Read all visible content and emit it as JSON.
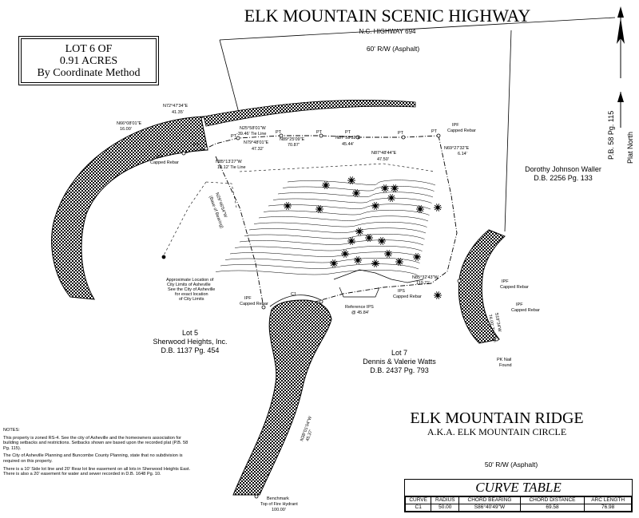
{
  "highway": {
    "title": "ELK MOUNTAIN SCENIC HIGHWAY",
    "route": "N.C. HIGHWAY 694",
    "row": "60' R/W  (Asphalt)"
  },
  "ridge": {
    "title": "ELK MOUNTAIN RIDGE",
    "aka": "A.K.A. ELK MOUNTAIN CIRCLE",
    "row": "50' R/W  (Asphalt)"
  },
  "lot_box": {
    "line1": "LOT 6 OF",
    "line2": "0.91 ACRES",
    "line3": "By Coordinate Method"
  },
  "plat_ref": {
    "book": "P.B. 58 Pg. 115",
    "north": "Plat North"
  },
  "owners": {
    "lot5_name": "Lot 5",
    "lot5_owner": "Sherwood Heights, Inc.",
    "lot5_db": "D.B. 1137 Pg. 454",
    "lot7_name": "Lot 7",
    "lot7_owner": "Dennis & Valerie Watts",
    "lot7_db": "D.B. 2437 Pg. 793",
    "waller_owner": "Dorothy Johnson Waller",
    "waller_db": "D.B. 2256 Pg. 133"
  },
  "bearings": {
    "b1": "N72°47'34\"E",
    "b1d": "41.35'",
    "b2": "N66°08'01\"E",
    "b2d": "16.00'",
    "b3": "N25°58'01\"W",
    "b3d": "-39.46' Tie Line",
    "b4": "N79°48'01\"E",
    "b4d": "47.32'",
    "b5": "N89°25'09\"E",
    "b5d": "70.87'",
    "b6": "N87°58'32\"E",
    "b6d": "45.44'",
    "b7": "N87°48'44\"E",
    "b7d": "47.50'",
    "b8": "N69°27'32\"E",
    "b8d": "6.14'",
    "b9": "N85°13'27\"W",
    "b9d": "10.12' Tie Line",
    "b10": "N29°46'54\"W",
    "b10d": "(Base of Bearing)",
    "b11": "N85°32'43\"W",
    "b11d": "119.71'",
    "b12": "N38°01'04\"W",
    "b12d": "45.37'",
    "b13": "S19°34'W",
    "b13d": "74.00' Tie Line"
  },
  "markers": {
    "pt": "PT",
    "ipf": "IPF",
    "capped": "Capped Rebar",
    "ips": "IPS",
    "c1": "C1",
    "pk_nail": "PK Nail",
    "found": "Found",
    "ref_ips": "Reference IPS",
    "ref_ips_d": "@ 45.84'",
    "city1": "Approximate Location of",
    "city2": "City Limits of Asheville",
    "city3": "See the City of Asheville",
    "city4": "for exact location",
    "city5": "of City Limits",
    "benchmark1": "Benchmark",
    "benchmark2": "Top of Fire Hydrant",
    "benchmark3": "100.00'"
  },
  "notes": {
    "title": "NOTES:",
    "p1": "This property is zoned RS-4. See the city of Asheville and the homeowners association for building setbacks and restrictions. Setbacks shown are based upon the recorded plat (P.B. 58 Pg. 115).",
    "p2": "The City of Asheville Planning and Buncombe County Planning, state that no subdivision is required on this property.",
    "p3": "There is a 10' Side lot line and 20' Rear lot line easement on all lots in Sherwood Heights East. There is also a 20' easement for water and sewer recorded in D.B. 1648 Pg. 10."
  },
  "curve_table": {
    "title": "CURVE TABLE",
    "headers": [
      "CURVE",
      "RADIUS",
      "CHORD BEARING",
      "CHORD DISTANCE",
      "ARC LENGTH"
    ],
    "row": [
      "C1",
      "50.00",
      "S86°40'49\"W",
      "69.58",
      "76.98"
    ]
  }
}
